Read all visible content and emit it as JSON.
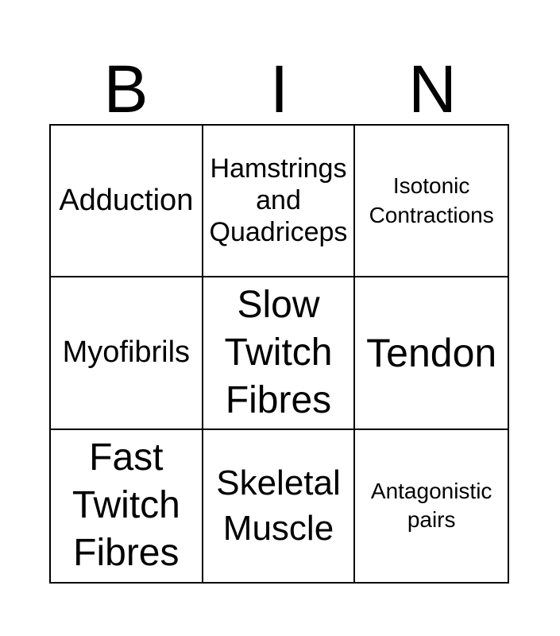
{
  "card": {
    "letters": [
      "B",
      "I",
      "N"
    ],
    "cells": [
      {
        "text": "Adduction"
      },
      {
        "text": "Hamstrings and Quadriceps"
      },
      {
        "text": "Isotonic Contractions"
      },
      {
        "text": "Myofibrils"
      },
      {
        "text": "Slow Twitch Fibres"
      },
      {
        "text": "Tendon"
      },
      {
        "text": "Fast Twitch Fibres"
      },
      {
        "text": "Skeletal Muscle"
      },
      {
        "text": "Antagonistic pairs"
      }
    ],
    "colors": {
      "text": "#000000",
      "border": "#000000",
      "background": "#ffffff"
    }
  }
}
